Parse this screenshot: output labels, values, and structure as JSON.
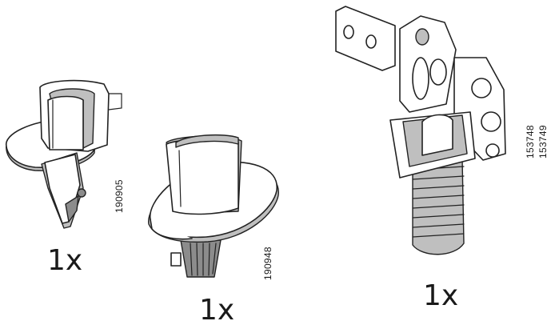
{
  "parts": [
    {
      "name": "clip-connector",
      "quantity": "1x",
      "article": "190905"
    },
    {
      "name": "swivel-base",
      "quantity": "1x",
      "article": "190948"
    },
    {
      "name": "bracket-bolt",
      "quantity": "1x",
      "article_lines": [
        "153748",
        "153749"
      ]
    }
  ]
}
